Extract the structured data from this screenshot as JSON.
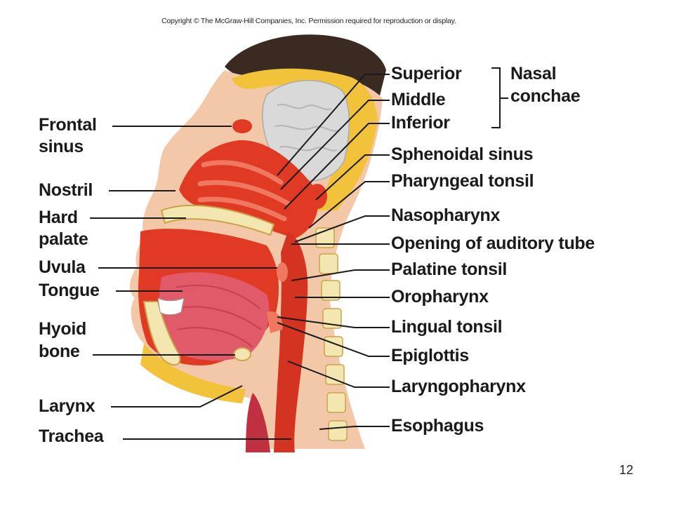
{
  "copyright": "Copyright © The McGraw-Hill Companies, Inc. Permission required for reproduction or display.",
  "labels_left": {
    "frontal_sinus_1": "Frontal",
    "frontal_sinus_2": "sinus",
    "nostril": "Nostril",
    "hard_palate_1": "Hard",
    "hard_palate_2": "palate",
    "uvula": "Uvula",
    "tongue": "Tongue",
    "hyoid_1": "Hyoid",
    "hyoid_2": "bone",
    "larynx": "Larynx",
    "trachea": "Trachea"
  },
  "labels_right": {
    "superior": "Superior",
    "middle": "Middle",
    "inferior": "Inferior",
    "nasal_1": "Nasal",
    "nasal_2": "conchae",
    "sphenoidal_sinus": "Sphenoidal sinus",
    "pharyngeal_tonsil": "Pharyngeal tonsil",
    "nasopharynx": "Nasopharynx",
    "auditory_tube": "Opening of auditory tube",
    "palatine_tonsil": "Palatine tonsil",
    "oropharynx": "Oropharynx",
    "lingual_tonsil": "Lingual tonsil",
    "epiglottis": "Epiglottis",
    "laryngopharynx": "Laryngopharynx",
    "esophagus": "Esophagus"
  },
  "page_number": "12",
  "colors": {
    "skin": "#f3c8a8",
    "tissue": "#e03a25",
    "muscle": "#e15a6a",
    "bone": "#f4e6b0",
    "fat": "#f2c23a",
    "brain": "#d9d9d9",
    "hair": "#3a2a22"
  }
}
